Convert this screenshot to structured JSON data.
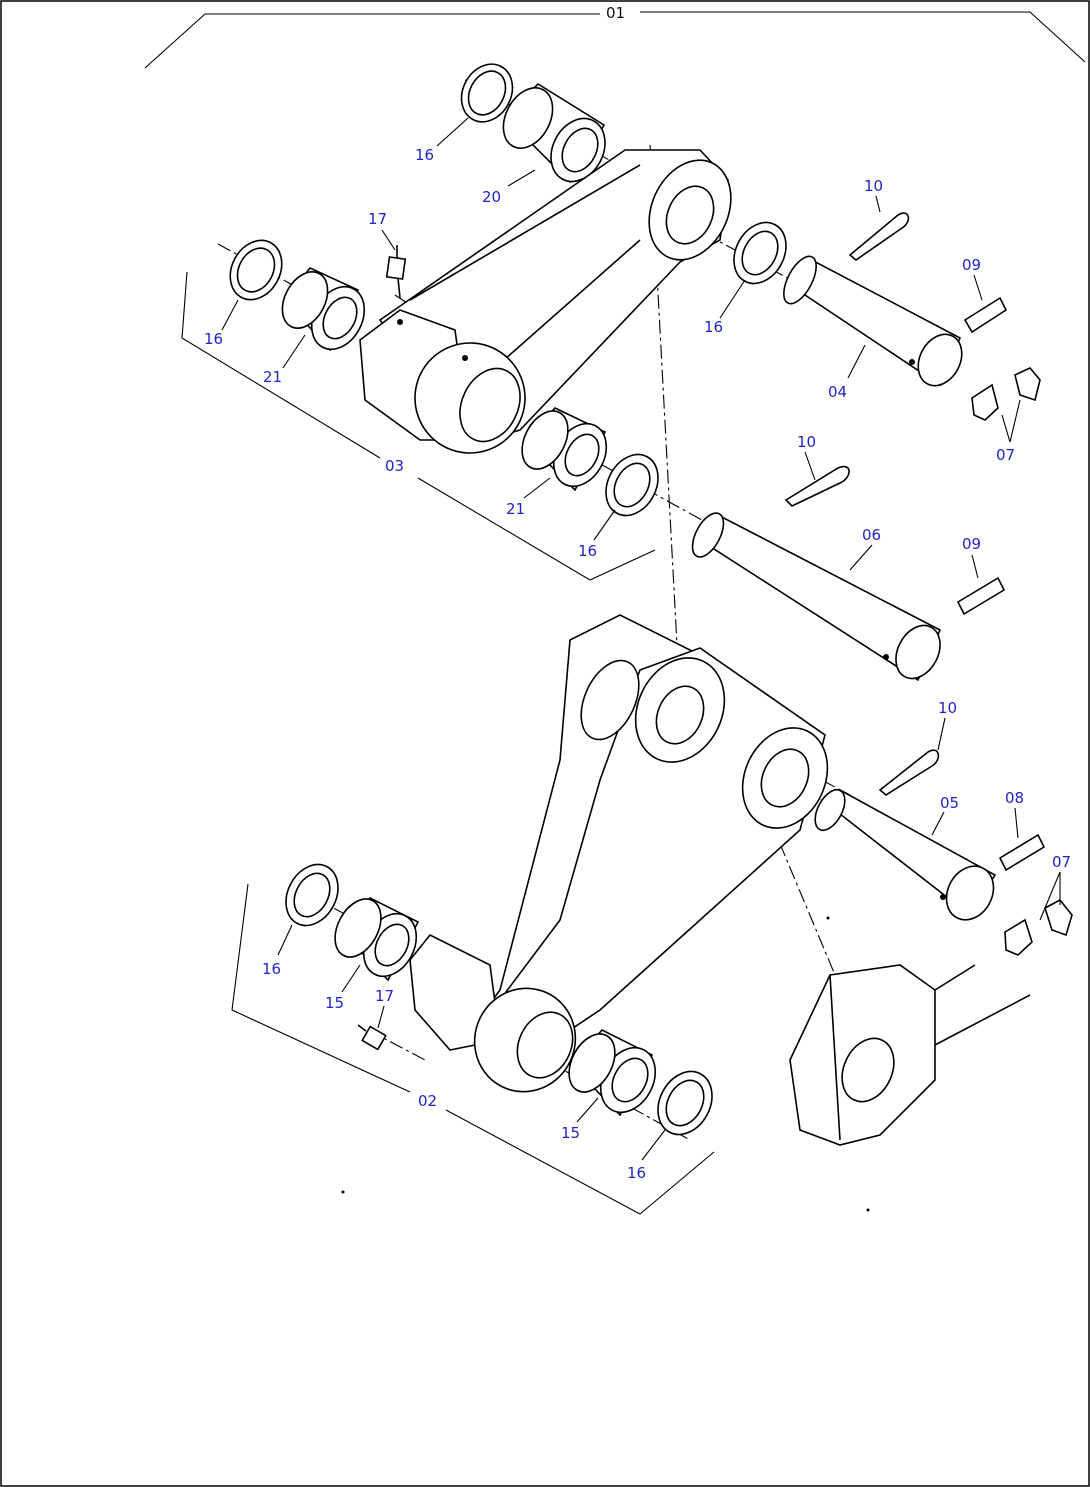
{
  "diagram": {
    "border_color": "#000000",
    "label_color": "#1f24c8",
    "labels": {
      "assembly": "01",
      "link_lower": "02",
      "link_upper": "03",
      "pin_upper": "04",
      "pin_lower": "05",
      "pin_middle": "06",
      "stopper_upper": "07",
      "stopper_lower": "07",
      "bolt_lower": "08",
      "bolt_upper": "09",
      "bolt_middle": "09",
      "cotter_upper": "10",
      "cotter_middle": "10",
      "cotter_lower": "10",
      "bushing_lower_left": "15",
      "bushing_lower_right": "15",
      "seal_top": "16",
      "seal_upper_left": "16",
      "seal_upper_right": "16",
      "seal_middle": "16",
      "seal_lower_left": "16",
      "seal_lower_right": "16",
      "grease_upper": "17",
      "grease_lower": "17",
      "bushing_top": "20",
      "bushing_upper_left": "21",
      "bushing_upper_right": "21"
    }
  }
}
